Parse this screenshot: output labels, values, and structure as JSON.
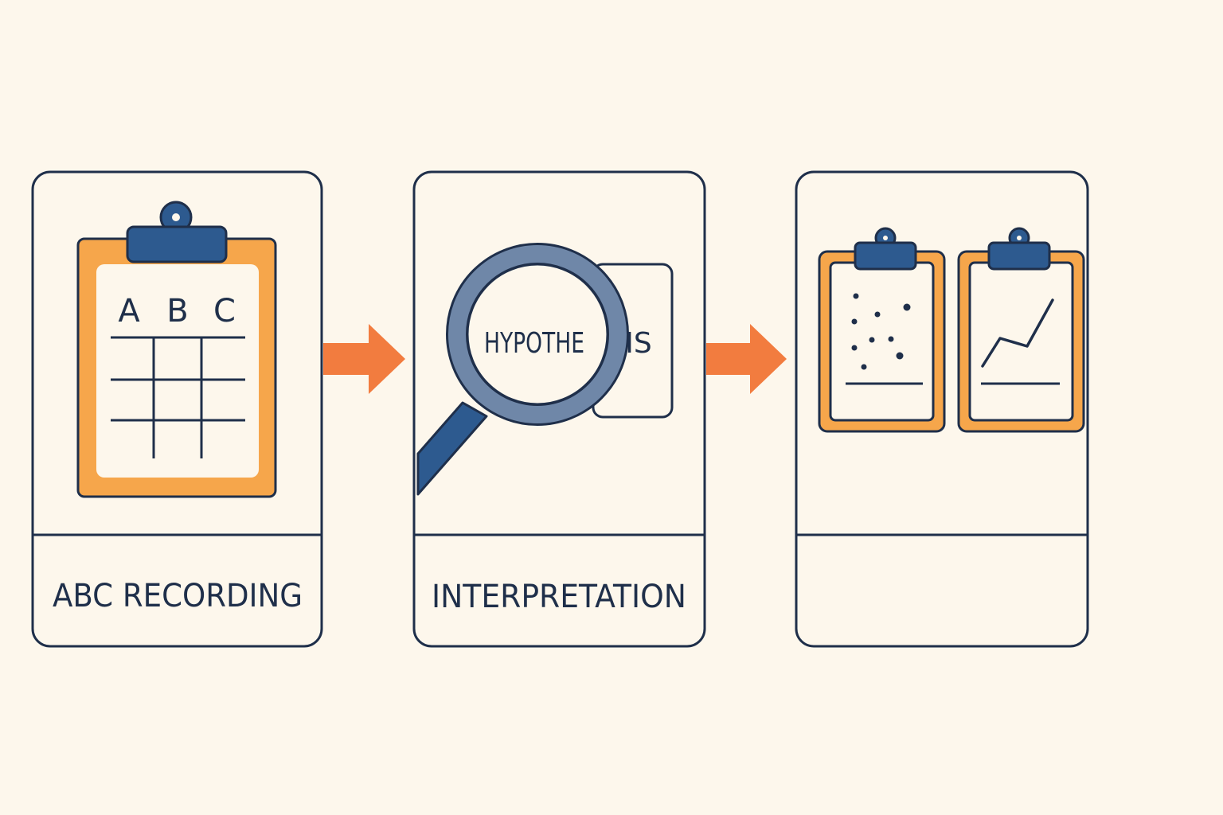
{
  "diagram": {
    "colors": {
      "background": "#fdf7ec",
      "outline": "#1f2f4a",
      "clip_navy": "#2d5a8f",
      "orange": "#f6a64b",
      "arrow": "#f27c3f",
      "lens_ring": "#6f87a8"
    },
    "steps": [
      {
        "label": "ABC RECORDING",
        "icon": "clipboard-icon",
        "columns": [
          "A",
          "B",
          "C"
        ]
      },
      {
        "label": "INTERPRETATION",
        "icon": "magnifying-glass-icon",
        "lens_text": "HYPOTHE",
        "card_text": "IS"
      },
      {
        "label": "",
        "icons": [
          "scatter-plot-clipboard-icon",
          "line-chart-clipboard-icon"
        ]
      }
    ],
    "connectors": [
      "arrow-right-icon",
      "arrow-right-icon"
    ]
  }
}
